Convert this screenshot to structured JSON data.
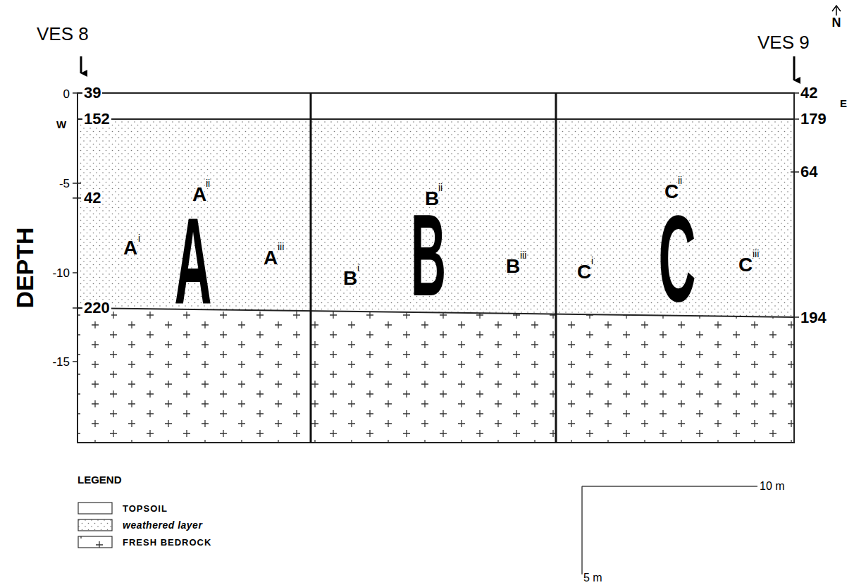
{
  "diagram": {
    "labels": [
      "VES 8",
      "VES 9",
      "N",
      "E",
      "W",
      "0",
      "-5",
      "-10",
      "-15",
      "39",
      "152",
      "42",
      "220",
      "42",
      "179",
      "64",
      "194",
      "DEPTH",
      "A",
      "i",
      "A",
      "ii",
      "A",
      "A",
      "iii",
      "B",
      "i",
      "B",
      "ii",
      "B",
      "B",
      "iii",
      "C",
      "i",
      "C",
      "ii",
      "C",
      "C",
      "iii",
      "LEGEND",
      "10 m",
      "5 m"
    ],
    "legend": [
      {
        "text": "TOPSOIL",
        "color": "#ffffff"
      },
      {
        "text": "weathered layer"
      },
      {
        "text": "FRESH BEDROCK"
      }
    ]
  }
}
